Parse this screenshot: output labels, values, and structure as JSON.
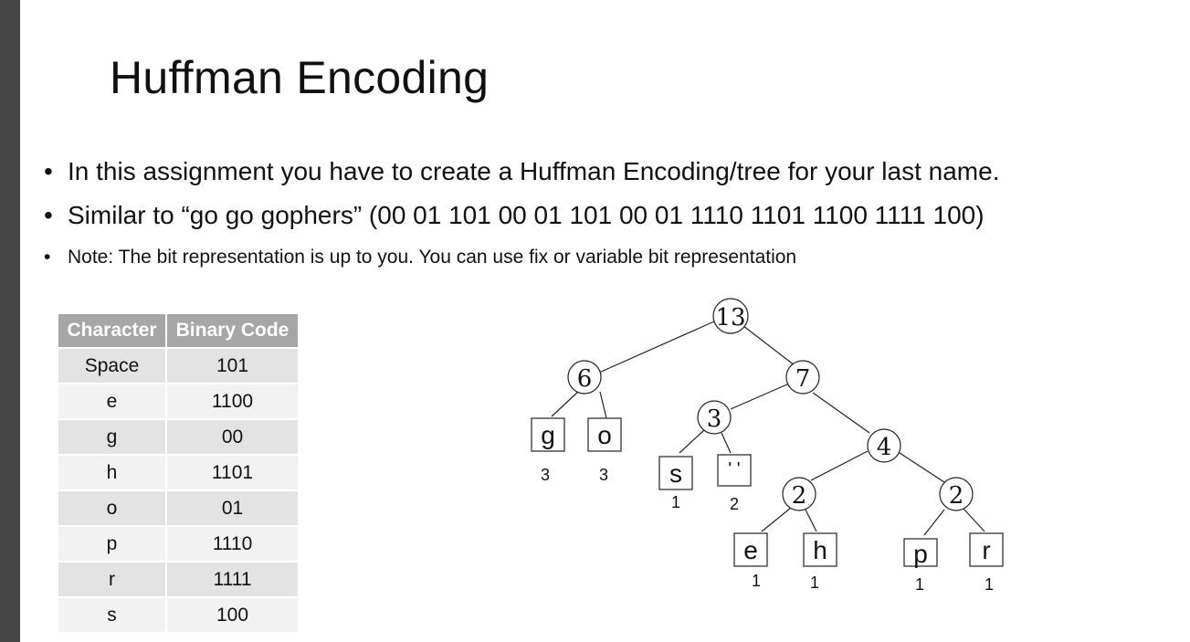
{
  "slide": {
    "title": "Huffman Encoding",
    "bullets": [
      "In this assignment you have to create a Huffman Encoding/tree for your last name.",
      "Similar to “go go gophers” (00 01 101 00 01 101 00 01 1110 1101 1100 1111 100)",
      "Note: The bit representation is up to you. You can use fix or variable bit representation"
    ]
  },
  "table": {
    "headers": [
      "Character",
      "Binary Code"
    ],
    "rows": [
      [
        "Space",
        "101"
      ],
      [
        "e",
        "1100"
      ],
      [
        "g",
        "00"
      ],
      [
        "h",
        "1101"
      ],
      [
        "o",
        "01"
      ],
      [
        "p",
        "1110"
      ],
      [
        "r",
        "1111"
      ],
      [
        "s",
        "100"
      ]
    ]
  },
  "tree": {
    "internal_nodes": [
      {
        "id": "n13",
        "weight": "13"
      },
      {
        "id": "n6",
        "weight": "6"
      },
      {
        "id": "n7",
        "weight": "7"
      },
      {
        "id": "n3",
        "weight": "3"
      },
      {
        "id": "n4",
        "weight": "4"
      },
      {
        "id": "n2a",
        "weight": "2"
      },
      {
        "id": "n2b",
        "weight": "2"
      }
    ],
    "leaves": [
      {
        "id": "g",
        "char": "g",
        "count": "3"
      },
      {
        "id": "o",
        "char": "o",
        "count": "3"
      },
      {
        "id": "s",
        "char": "s",
        "count": "1"
      },
      {
        "id": "space",
        "char": "' '",
        "count": "2"
      },
      {
        "id": "e",
        "char": "e",
        "count": "1"
      },
      {
        "id": "h",
        "char": "h",
        "count": "1"
      },
      {
        "id": "p",
        "char": "p",
        "count": "1"
      },
      {
        "id": "r",
        "char": "r",
        "count": "1"
      }
    ]
  }
}
